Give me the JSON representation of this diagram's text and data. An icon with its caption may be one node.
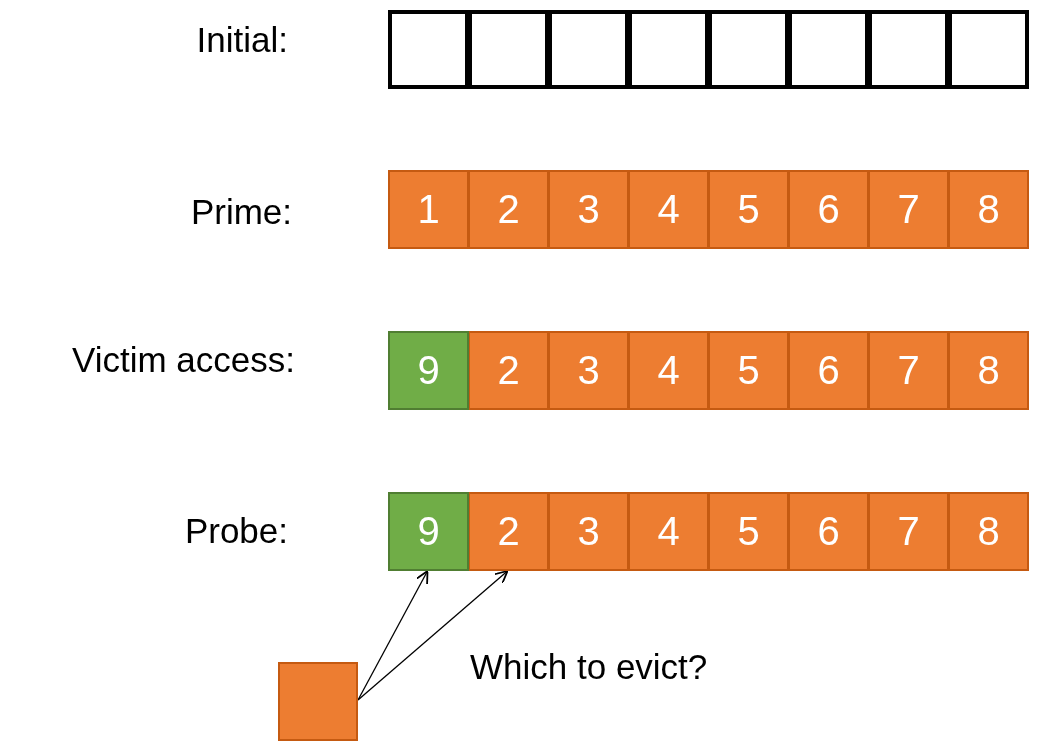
{
  "diagram": {
    "nodes": [
      {
        "text": [],
        "shape": "box"
      },
      {
        "text": [],
        "shape": "box"
      },
      {
        "text": [],
        "shape": "box"
      },
      {
        "text": [],
        "shape": "box"
      },
      {
        "text": [],
        "shape": "box"
      },
      {
        "text": [],
        "shape": "box"
      },
      {
        "text": [],
        "shape": "box"
      },
      {
        "text": [],
        "shape": "box"
      },
      {
        "text": [
          "1"
        ]
      },
      {
        "text": [
          "2"
        ]
      },
      {
        "text": [
          "3"
        ]
      },
      {
        "text": [
          "4"
        ]
      },
      {
        "text": [
          "5"
        ]
      },
      {
        "text": [
          "6"
        ]
      },
      {
        "text": [
          "7"
        ]
      },
      {
        "text": [
          "8"
        ]
      },
      {
        "text": [
          "9"
        ]
      },
      {
        "text": [
          "2"
        ]
      },
      {
        "text": [
          "3"
        ]
      },
      {
        "text": [
          "4"
        ]
      },
      {
        "text": [
          "5"
        ]
      },
      {
        "text": [
          "6"
        ]
      },
      {
        "text": [
          "7"
        ]
      },
      {
        "text": [
          "8"
        ]
      },
      {
        "text": [
          "9"
        ]
      },
      {
        "text": [
          "2"
        ]
      },
      {
        "text": [
          "3"
        ]
      },
      {
        "text": [
          "4"
        ]
      },
      {
        "text": [
          "5"
        ]
      },
      {
        "text": [
          "6"
        ]
      },
      {
        "text": [
          "7"
        ]
      },
      {
        "text": [
          "8"
        ]
      },
      {
        "text": [],
        "shape": "box"
      }
    ],
    "edges": [
      {
        "from": 32,
        "to": 24,
        "arrow": "to"
      },
      {
        "from": 32,
        "to": 25,
        "arrow": "to"
      }
    ],
    "labels": [
      "Initial:",
      "Prime:",
      "Victim access:",
      "Probe:",
      "Which to evict?"
    ]
  }
}
